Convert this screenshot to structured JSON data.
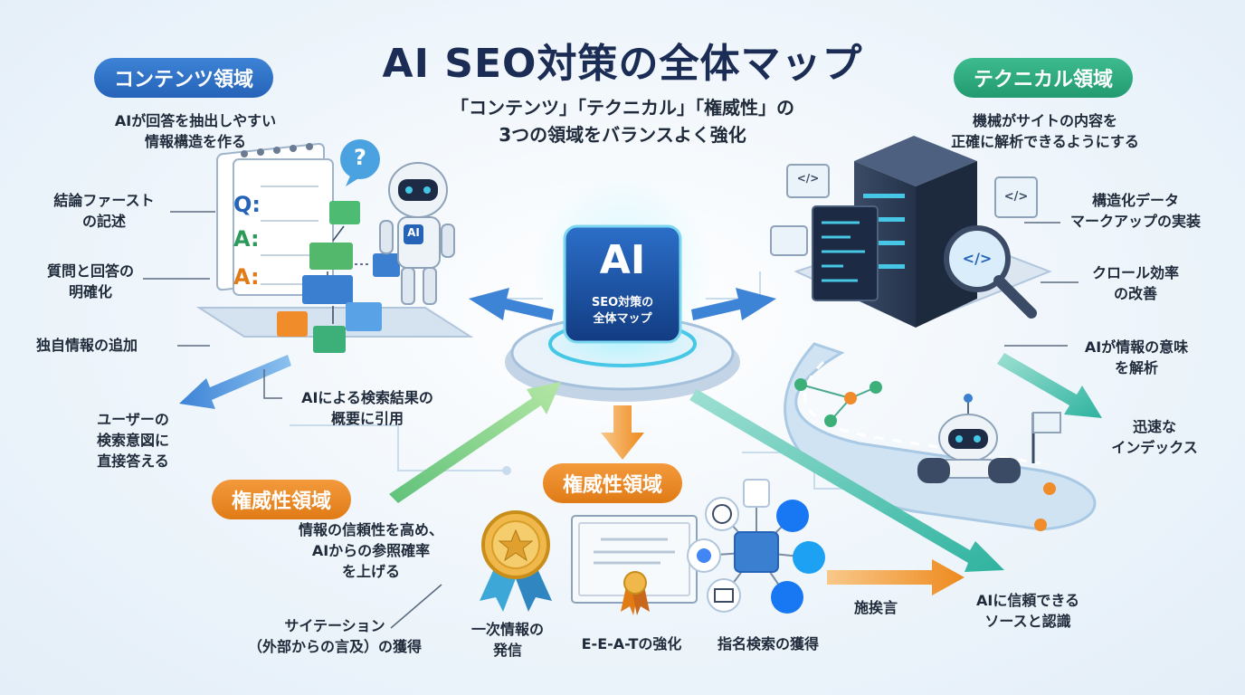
{
  "title": "AI SEO対策の全体マップ",
  "subtitle": [
    "「コンテンツ」「テクニカル」「権威性」の",
    "3つの領域をバランスよく強化"
  ],
  "center": {
    "big": "AI",
    "line1": "SEO対策の",
    "line2": "全体マップ"
  },
  "content": {
    "heading": "コンテンツ領域",
    "desc": [
      "AIが回答を抽出しやすい",
      "情報構造を作る"
    ],
    "items": [
      [
        "結論ファースト",
        "の記述"
      ],
      [
        "質問と回答の",
        "明確化"
      ],
      [
        "独自情報の追加"
      ],
      [
        "AIによる検索結果の",
        "概要に引用"
      ]
    ],
    "result": [
      "ユーザーの",
      "検索意図に",
      "直接答える"
    ],
    "qa_letters": [
      "Q:",
      "A:",
      "A:"
    ],
    "robot_badge": "AI",
    "bubble": "?"
  },
  "technical": {
    "heading": "テクニカル領域",
    "desc": [
      "機械がサイトの内容を",
      "正確に解析できるようにする"
    ],
    "items": [
      [
        "構造化データ",
        "マークアップの実装"
      ],
      [
        "クロール効率",
        "の改善"
      ],
      [
        "AIが情報の意味",
        "を解析"
      ]
    ],
    "result": [
      "迅速な",
      "インデックス"
    ],
    "code_glyph": "</>"
  },
  "authority": {
    "heading_left": "権威性領域",
    "heading_center": "権威性領域",
    "desc": [
      "情報の信頼性を高め、",
      "AIからの参照確率",
      "を上げる"
    ],
    "items": [
      [
        "サイテーション",
        "（外部からの言及）の獲得"
      ],
      [
        "一次情報の",
        "発信"
      ],
      [
        "E-E-A-Tの強化"
      ],
      [
        "指名検索の獲得"
      ]
    ],
    "arrow_label": "施挨言",
    "result": [
      "AIに信頼できる",
      "ソースと認識"
    ]
  },
  "colors": {
    "blue": "#2563b8",
    "green": "#239a70",
    "orange": "#e07b16",
    "teal": "#2fb3a0"
  }
}
